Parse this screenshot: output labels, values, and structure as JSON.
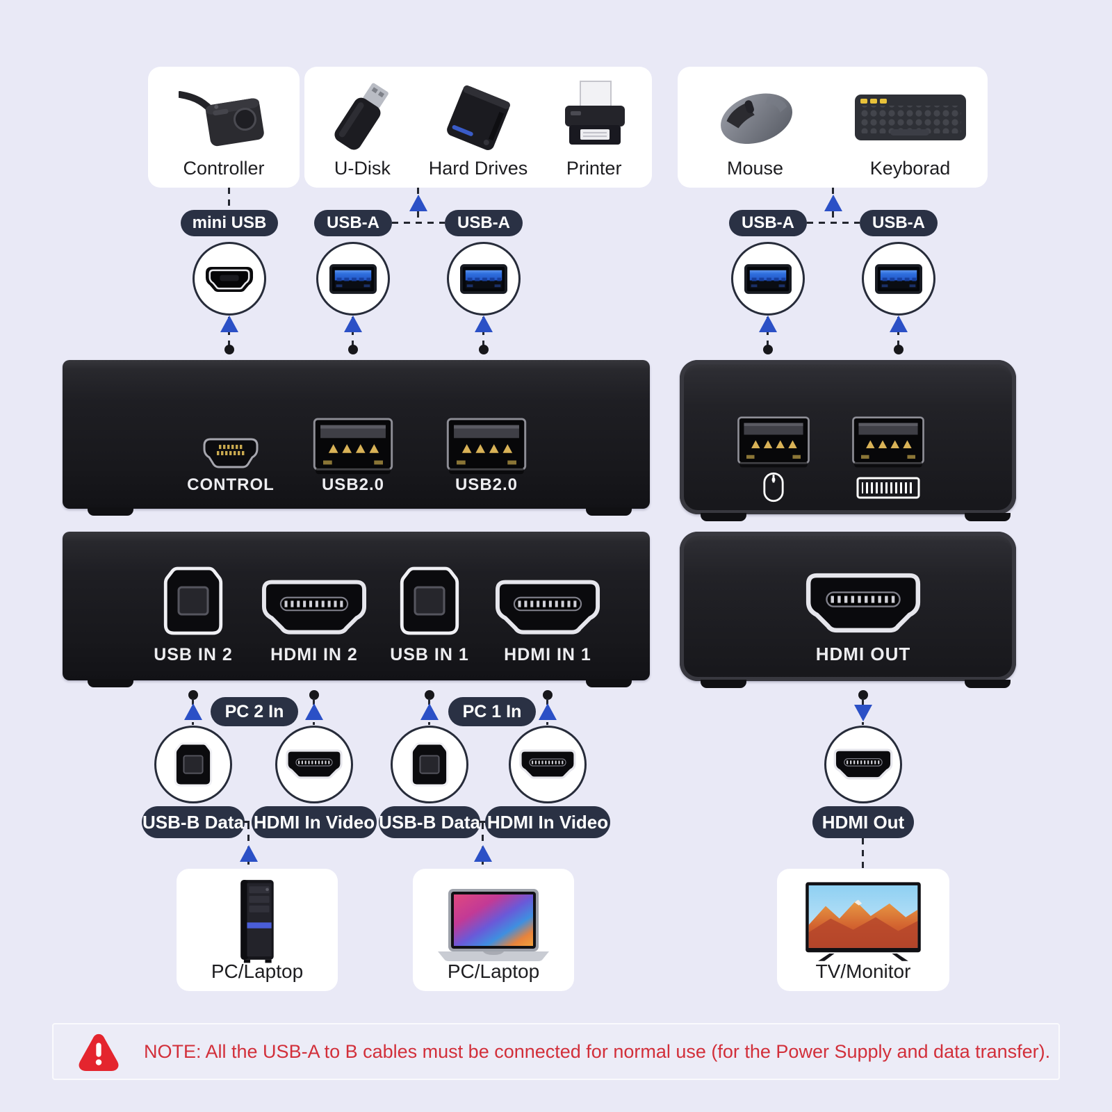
{
  "colors": {
    "background": "#e9e9f6",
    "pill": "#2a3144",
    "arrow_blue": "#2b50c6",
    "usb_port_blue": "#2f6fdd",
    "note_red": "#d22f3a",
    "warning_triangle": "#e4252e"
  },
  "top_cards": {
    "controller": {
      "label": "Controller"
    },
    "peripherals": {
      "items": [
        {
          "label": "U-Disk"
        },
        {
          "label": "Hard Drives"
        },
        {
          "label": "Printer"
        }
      ]
    },
    "input_devices": {
      "items": [
        {
          "label": "Mouse"
        },
        {
          "label": "Keyborad"
        }
      ]
    }
  },
  "top_port_pills": [
    {
      "label": "mini USB",
      "port_type": "mini-usb"
    },
    {
      "label": "USB-A",
      "port_type": "usb-a"
    },
    {
      "label": "USB-A",
      "port_type": "usb-a"
    },
    {
      "label": "USB-A",
      "port_type": "usb-a"
    },
    {
      "label": "USB-A",
      "port_type": "usb-a"
    }
  ],
  "kvm_front": {
    "port_labels": [
      {
        "label": "CONTROL"
      },
      {
        "label": "USB2.0"
      },
      {
        "label": "USB2.0"
      }
    ]
  },
  "usb_dock": {
    "icons": [
      "mouse-icon",
      "keyboard-icon"
    ]
  },
  "kvm_back": {
    "port_labels": [
      {
        "label": "USB IN 2"
      },
      {
        "label": "HDMI IN 2"
      },
      {
        "label": "USB IN 1"
      },
      {
        "label": "HDMI IN 1"
      }
    ]
  },
  "hdmi_dock": {
    "port_label": "HDMI OUT"
  },
  "pc_in_pills": [
    {
      "label": "PC 2 In"
    },
    {
      "label": "PC 1 In"
    }
  ],
  "bottom_port_pills": [
    {
      "label": "USB-B Data",
      "port_type": "usb-b"
    },
    {
      "label": "HDMI In Video",
      "port_type": "hdmi"
    },
    {
      "label": "USB-B Data",
      "port_type": "usb-b"
    },
    {
      "label": "HDMI In Video",
      "port_type": "hdmi"
    },
    {
      "label": "HDMI Out",
      "port_type": "hdmi"
    }
  ],
  "bottom_cards": [
    {
      "label": "PC/Laptop"
    },
    {
      "label": "PC/Laptop"
    },
    {
      "label": "TV/Monitor"
    }
  ],
  "note": {
    "text": "NOTE: All the USB-A to B cables must be connected for normal use (for the Power Supply and data transfer)."
  }
}
